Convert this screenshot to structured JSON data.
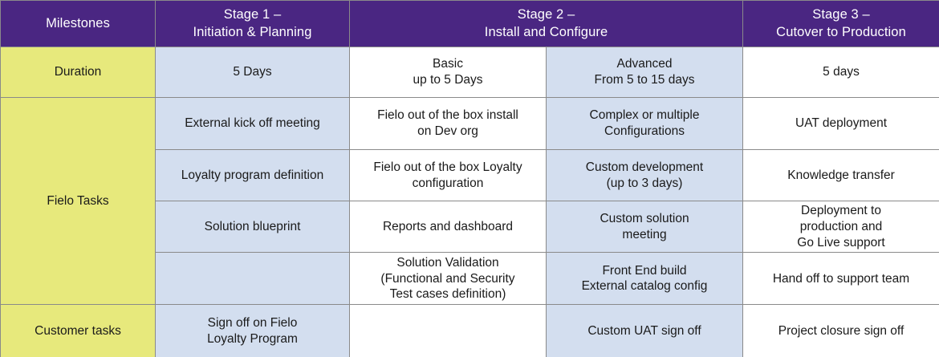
{
  "table": {
    "header": [
      {
        "label": "Milestones",
        "colspan": 1
      },
      {
        "label": "Stage 1 –\nInitiation & Planning",
        "colspan": 1
      },
      {
        "label": "Stage 2 –\nInstall and Configure",
        "colspan": 2
      },
      {
        "label": "Stage 3 –\nCutover to Production",
        "colspan": 1
      }
    ],
    "milestones": [
      {
        "label": "Duration",
        "rowspan": 1
      },
      {
        "label": "Fielo Tasks",
        "rowspan": 4
      },
      {
        "label": "Customer tasks",
        "rowspan": 1
      }
    ],
    "rows": [
      {
        "milestone": "Duration",
        "stage1": "5 Days",
        "stage2_basic": "Basic\nup to 5 Days",
        "stage2_advanced": "Advanced\nFrom 5 to 15 days",
        "stage3": "5 days"
      },
      {
        "milestone": "Fielo Tasks",
        "stage1": "External kick off meeting",
        "stage2_basic": "Fielo out of the box install\non Dev org",
        "stage2_advanced": "Complex or multiple\nConfigurations",
        "stage3": "UAT deployment"
      },
      {
        "milestone": "",
        "stage1": "Loyalty program definition",
        "stage2_basic": "Fielo out of the box Loyalty\nconfiguration",
        "stage2_advanced": "Custom development\n(up to 3 days)",
        "stage3": "Knowledge transfer"
      },
      {
        "milestone": "",
        "stage1": "Solution blueprint",
        "stage2_basic": "Reports and dashboard",
        "stage2_advanced": "Custom solution\nmeeting",
        "stage3": "Deployment to\nproduction and\nGo Live support"
      },
      {
        "milestone": "",
        "stage1": "",
        "stage2_basic": "Solution Validation\n(Functional and Security\nTest cases definition)",
        "stage2_advanced": "Front End build\nExternal catalog config",
        "stage3": "Hand off to support team"
      },
      {
        "milestone": "Customer tasks",
        "stage1": "Sign off on Fielo\nLoyalty Program",
        "stage2_basic": "",
        "stage2_advanced": "Custom UAT sign off",
        "stage3": "Project closure sign off"
      }
    ],
    "colors": {
      "header_background": "#4A2682",
      "header_text": "#FFFFFF",
      "milestone_background": "#E7E97C",
      "accent_blue_background": "#D3DEEF",
      "plain_background": "#FFFFFF",
      "grid_line": "#8A8A8A",
      "body_text": "#1A1A1A"
    }
  }
}
